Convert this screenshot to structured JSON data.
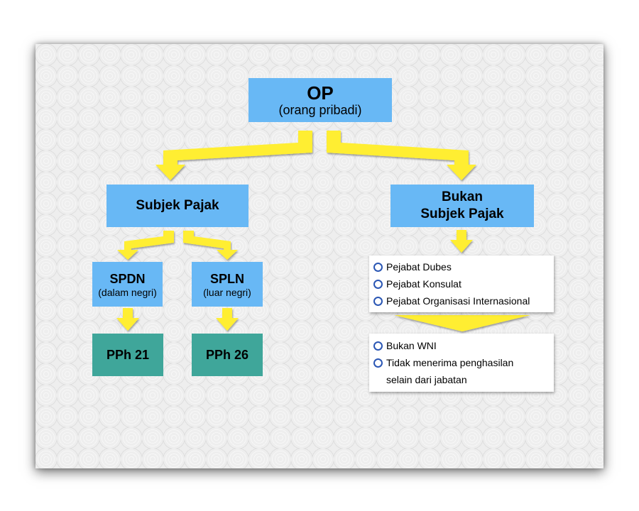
{
  "op": {
    "title": "OP",
    "subtitle": "(orang pribadi)"
  },
  "subjek_pajak": {
    "title": "Subjek Pajak"
  },
  "bukan_subjek_pajak": {
    "line1": "Bukan",
    "line2": "Subjek Pajak"
  },
  "spdn": {
    "title": "SPDN",
    "subtitle": "(dalam negri)"
  },
  "spln": {
    "title": "SPLN",
    "subtitle": "(luar negri)"
  },
  "pph21": {
    "title": "PPh 21"
  },
  "pph26": {
    "title": "PPh 26"
  },
  "list_pejabat": {
    "items": [
      "Pejabat Dubes",
      "Pejabat Konsulat",
      "Pejabat Organisasi Internasional"
    ]
  },
  "list_syarat": {
    "item1": "Bukan WNI",
    "item2_line1": "Tidak menerima penghasilan",
    "item2_line2": "selain dari jabatan"
  },
  "colors": {
    "box_blue": "#68b8f5",
    "box_teal": "#3fa69a",
    "arrow_yellow": "#ffee33",
    "bullet_blue": "#2a56b4"
  },
  "icons": {
    "bullet": "circle-outline-bullet-icon",
    "arrow": "yellow-block-arrow-icon"
  }
}
